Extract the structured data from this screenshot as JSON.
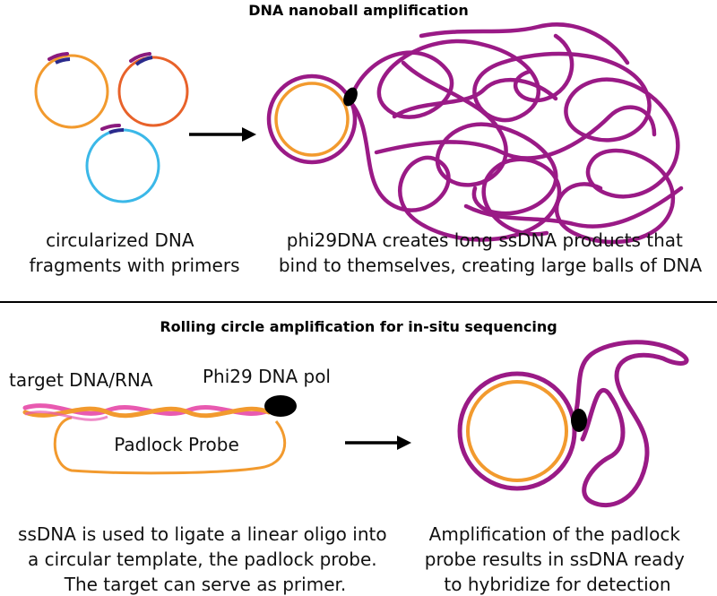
{
  "section_top": {
    "title": "DNA nanoball amplification",
    "caption_left": [
      "circularized DNA",
      "fragments with primers"
    ],
    "caption_right": [
      "phi29DNA creates long ssDNA products that",
      "bind to themselves, creating large balls of DNA"
    ]
  },
  "section_bottom": {
    "title": "Rolling circle amplification for in-situ sequencing",
    "label_target": "target DNA/RNA",
    "label_polymerase": "Phi29 DNA pol",
    "label_probe": "Padlock Probe",
    "caption_left": [
      "ssDNA is used to ligate a linear oligo into",
      "a circular template, the padlock probe.",
      "The target can serve as primer."
    ],
    "caption_right": [
      "Amplification of the padlock",
      "probe results in ssDNA ready",
      "to hybridize for detection"
    ]
  },
  "colors": {
    "orange": "#f29a2e",
    "orange_red": "#e8622a",
    "cyan": "#3bb8e8",
    "primer_purple": "#8a1a7e",
    "primer_navy": "#2a2a8c",
    "ssdna_purple": "#9a1a86",
    "pink": "#e85ab0",
    "polymerase": "#000000"
  }
}
